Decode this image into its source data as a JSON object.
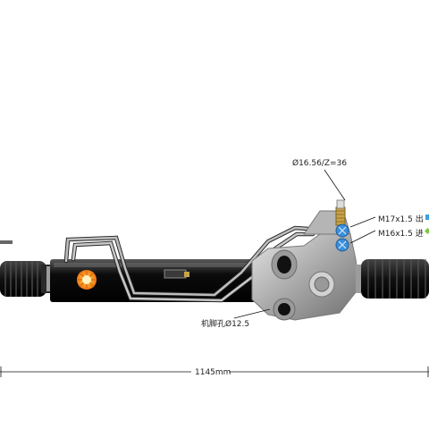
{
  "labels": {
    "pinion_spec": "Ø16.56/Z=36",
    "outlet_port": "M17x1.5 出",
    "inlet_port": "M16x1.5 进",
    "mount_hole": "机脚孔Ø12.5",
    "overall_length": "1145mm"
  },
  "colors": {
    "tube": "#0c0c0c",
    "boot": "#151515",
    "housing": "#b9b9b9",
    "brass": "#c8a349",
    "blue_cap": "#3a8fd8",
    "outlet_marker": "#3aa0e0",
    "inlet_marker": "#7ac943",
    "logo": "#f28c28"
  }
}
